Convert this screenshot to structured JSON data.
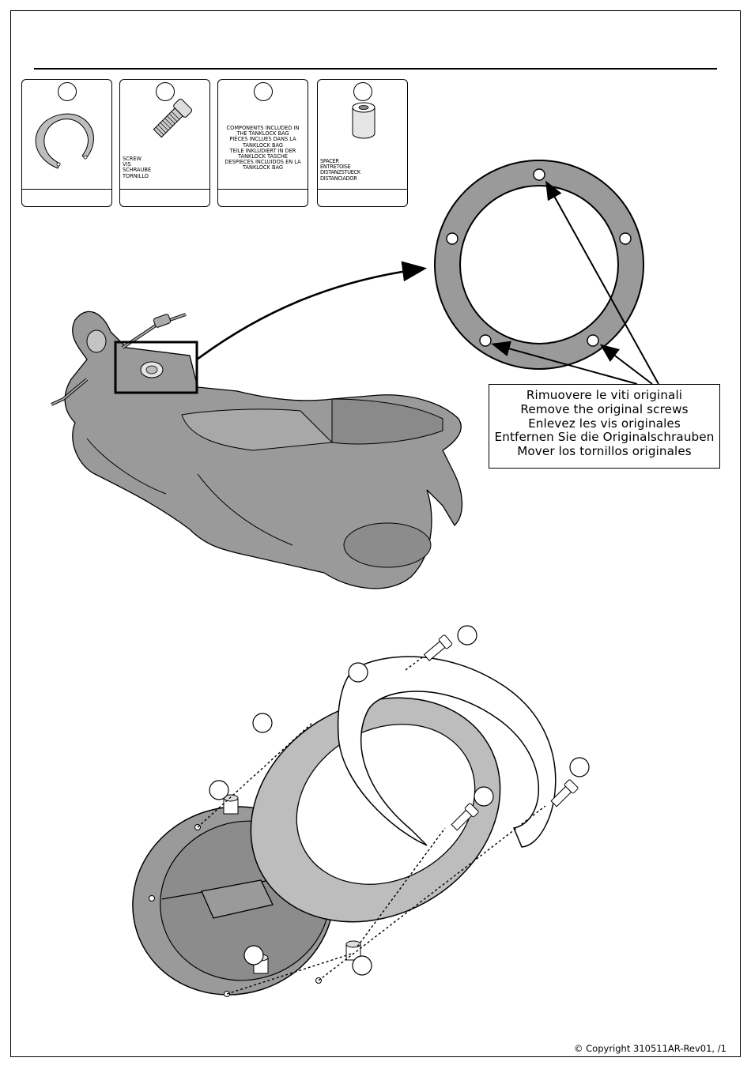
{
  "components": {
    "screw": [
      "SCREW",
      "VIS",
      "SCHRAUBE",
      "TORNILLO"
    ],
    "included": [
      "COMPONENTS INCLUDED IN",
      "THE TANKLOCK BAG",
      "PIÈCES INCLUES DANS LA",
      "TANKLOCK BAG",
      "TEILE INKLUDIERT IN DER",
      "TANKLOCK TASCHE",
      "DESPIECES INCLUIDOS EN LA",
      "TANKLOCK BAG"
    ],
    "spacer": [
      "SPACER",
      "ENTRETOISE",
      "DISTANZSTUECK",
      "DISTANCIADOR"
    ]
  },
  "note": [
    "Rimuovere le viti originali",
    "Remove the original screws",
    "Enlevez  les vis originales",
    "Entfernen Sie die Originalschrauben",
    "Mover los tornillos originales"
  ],
  "footer": {
    "copyright": "© Copyright 310511AR-Rev01,   /1"
  },
  "colors": {
    "line": "#000000",
    "fill_gray": "#9a9a9a",
    "fill_light": "#bdbdbd"
  }
}
